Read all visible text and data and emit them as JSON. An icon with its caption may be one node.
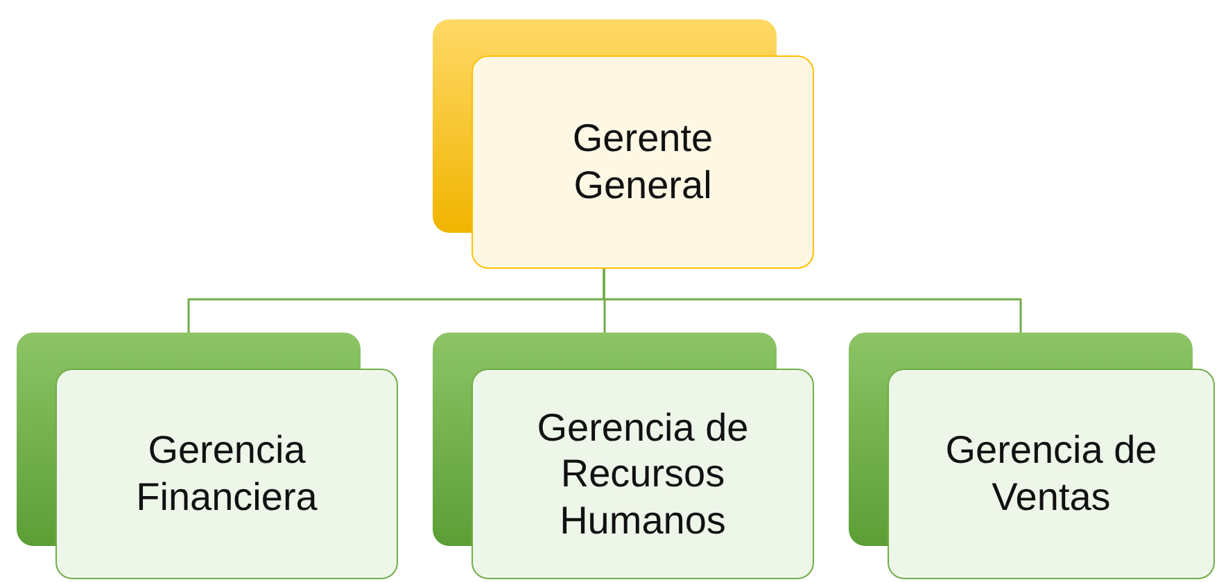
{
  "diagram": {
    "nodes": [
      {
        "text": [
          "Gerente General"
        ]
      },
      {
        "text": [
          "Gerencia Financiera"
        ]
      },
      {
        "text": [
          "Gerencia de Recursos Humanos"
        ]
      },
      {
        "text": [
          "Gerencia de Ventas"
        ]
      }
    ],
    "edges": [
      {
        "from": 0,
        "to": 1,
        "arrow": "none"
      },
      {
        "from": 0,
        "to": 2,
        "arrow": "none"
      },
      {
        "from": 0,
        "to": 3,
        "arrow": "none"
      }
    ]
  }
}
